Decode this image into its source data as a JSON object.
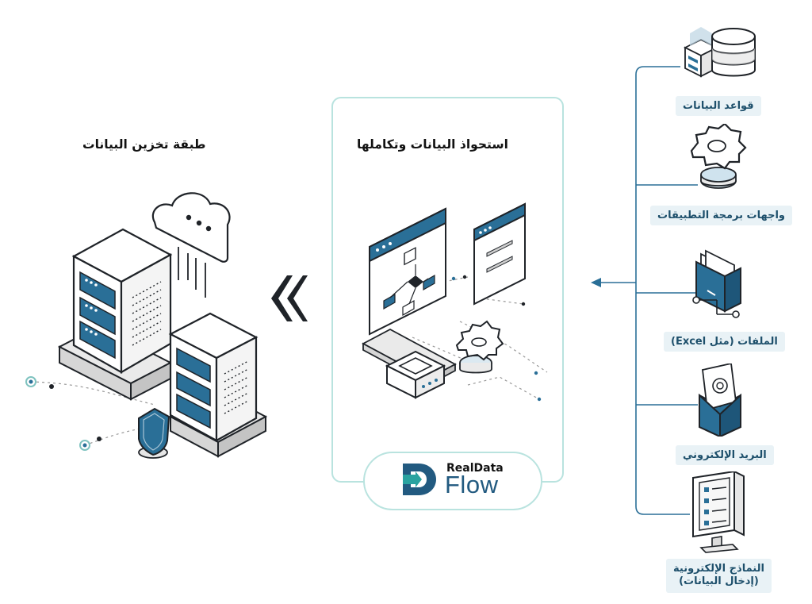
{
  "storage": {
    "title": "طبقة تخزين البيانات"
  },
  "ingestion": {
    "title": "استحواذ البيانات وتكاملها"
  },
  "logo": {
    "top": "RealData",
    "bottom": "Flow"
  },
  "sources": [
    {
      "label": "قواعد البيانات"
    },
    {
      "label": "واجهات برمجة التطبيقات"
    },
    {
      "label": "الملفات (مثل Excel)"
    },
    {
      "label": "البريد الإلكتروني"
    },
    {
      "label_line1": "النماذج الإلكترونية",
      "label_line2": "(إدخال البيانات)"
    }
  ],
  "colors": {
    "accent": "#2a6f97",
    "dark": "#1f2328",
    "teal_border": "#b9e3df",
    "label_bg": "#e9f2f6"
  }
}
